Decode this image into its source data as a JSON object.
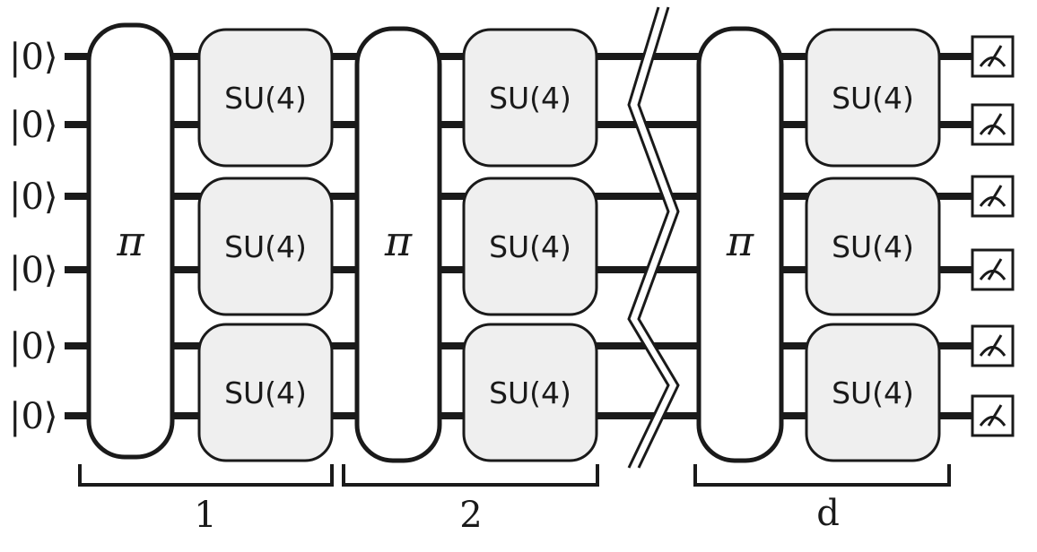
{
  "qubits": [
    {
      "state": "|0⟩"
    },
    {
      "state": "|0⟩"
    },
    {
      "state": "|0⟩"
    },
    {
      "state": "|0⟩"
    },
    {
      "state": "|0⟩"
    },
    {
      "state": "|0⟩"
    }
  ],
  "layers": [
    {
      "label": "1",
      "permutation": "π",
      "gates": [
        "SU(4)",
        "SU(4)",
        "SU(4)"
      ]
    },
    {
      "label": "2",
      "permutation": "π",
      "gates": [
        "SU(4)",
        "SU(4)",
        "SU(4)"
      ]
    },
    {
      "label": "d",
      "permutation": "π",
      "gates": [
        "SU(4)",
        "SU(4)",
        "SU(4)"
      ]
    }
  ],
  "measurement_icon": "meter-icon",
  "break_icon": "wire-break-icon",
  "colors": {
    "wire": "#1a1a1a",
    "gate_fill": "#efefef",
    "perm_fill": "#ffffff",
    "text": "#1a1a1a"
  }
}
